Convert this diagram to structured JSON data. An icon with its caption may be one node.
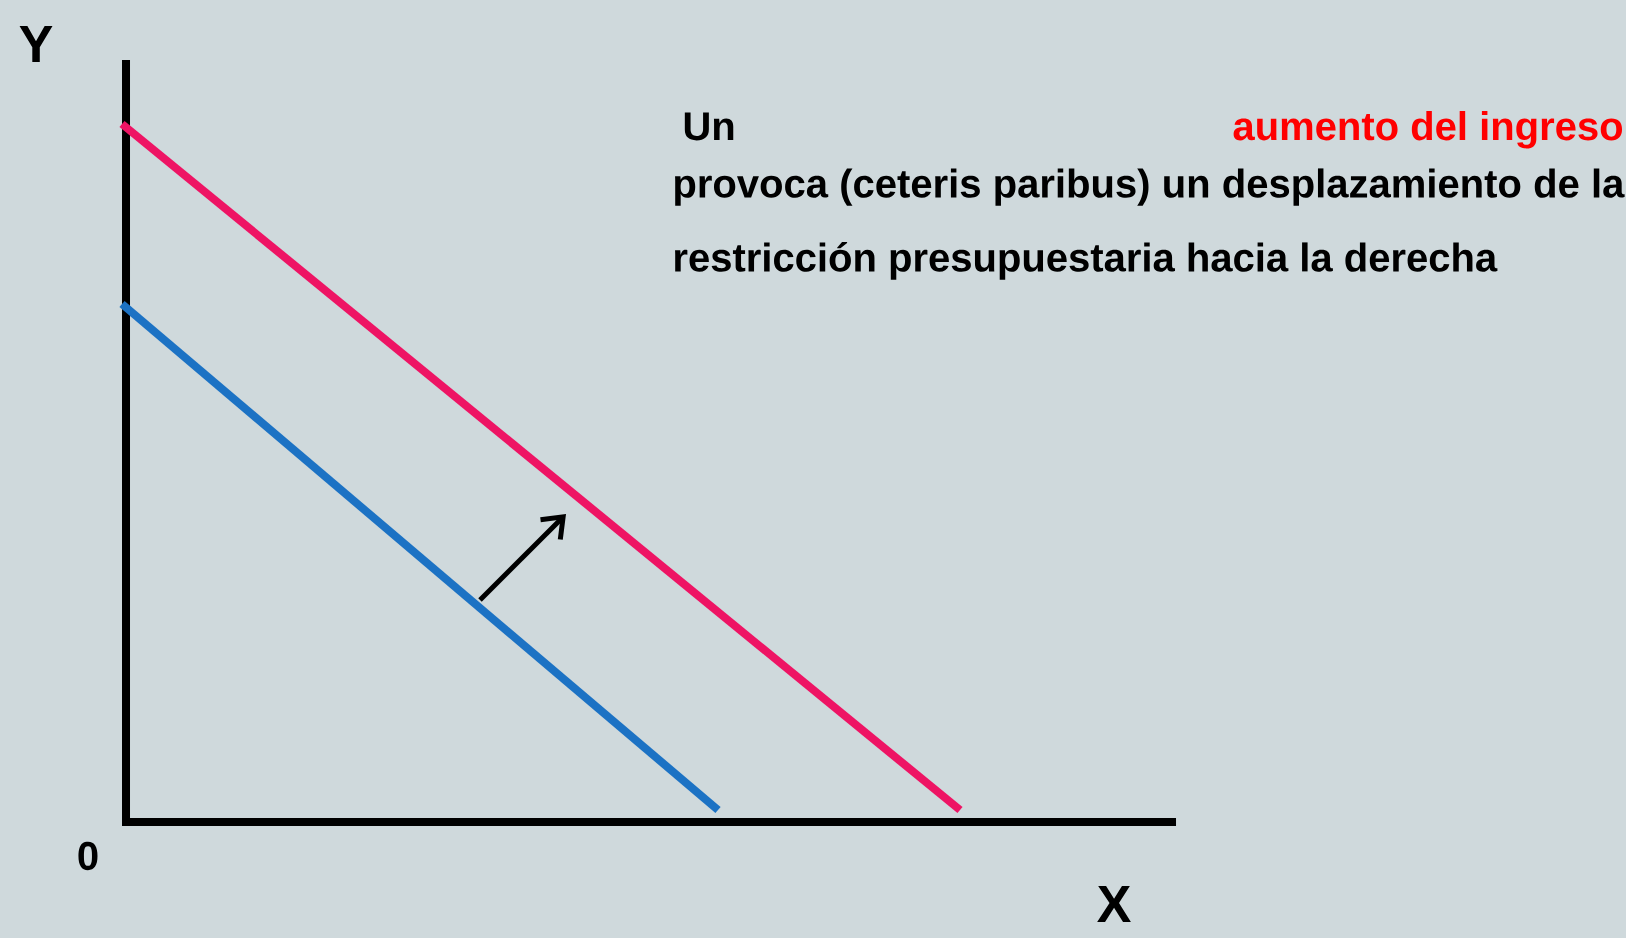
{
  "diagram": {
    "labels": [
      "Y",
      "Un",
      "aumento del ingreso",
      "provoca (ceteris paribus) un desplazamiento de la restricción presupuestaria hacia la derecha",
      "0",
      "X"
    ]
  }
}
